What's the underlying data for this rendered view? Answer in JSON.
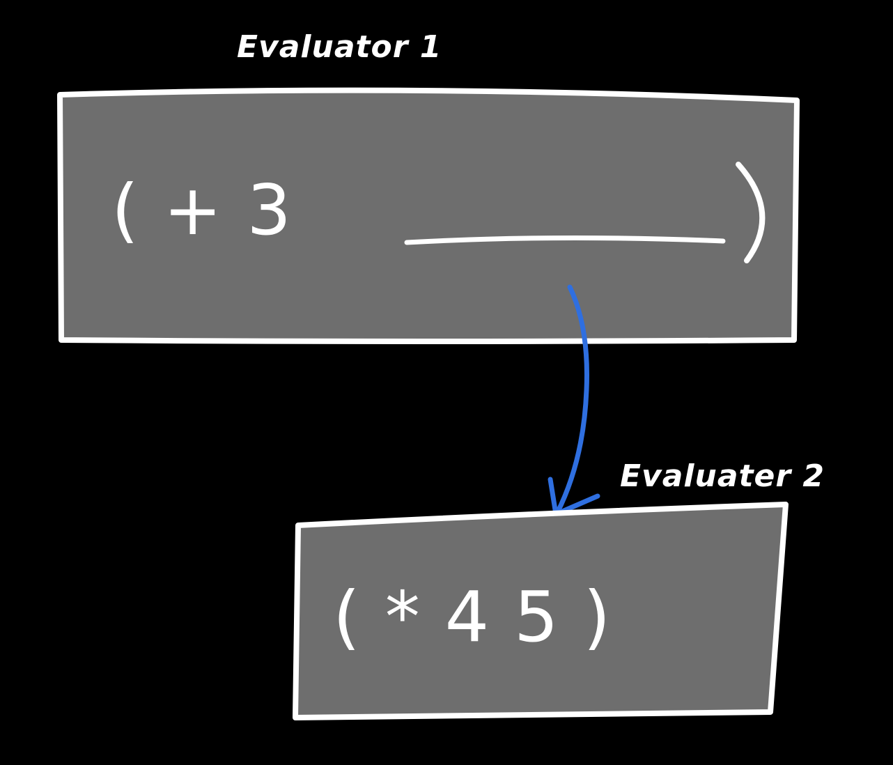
{
  "colors": {
    "background": "#000000",
    "box_fill": "#6e6e6e",
    "stroke": "#ffffff",
    "arrow": "#2f6fe0"
  },
  "evaluator1": {
    "label": "Evaluator 1",
    "expression": "( + 3"
  },
  "evaluator2": {
    "label": "Evaluater 2",
    "expression": "( * 4  5 )"
  },
  "icons": {
    "arrow": "arrow-down-icon"
  }
}
